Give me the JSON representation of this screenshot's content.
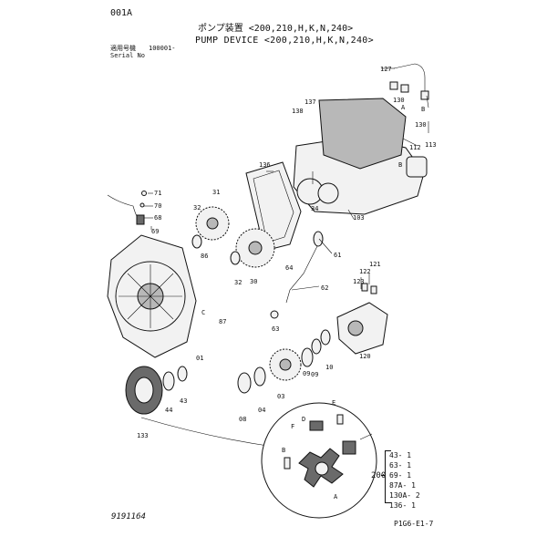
{
  "header": {
    "page_code": "001A",
    "title_jp": "ポンプ装置 <200,210,H,K,N,240>",
    "title_en": "PUMP DEVICE <200,210,H,K,N,240>",
    "serial_label_jp": "適用号機",
    "serial_value": "100001-",
    "serial_label_en": "Serial No"
  },
  "parts": [
    "001A",
    "01",
    "03",
    "04",
    "08",
    "09",
    "10",
    "30",
    "31",
    "32",
    "34",
    "43",
    "44",
    "61",
    "62",
    "63",
    "64",
    "68",
    "69",
    "70",
    "71",
    "86",
    "87",
    "103",
    "112",
    "113",
    "120",
    "121",
    "122",
    "123",
    "127",
    "130",
    "133",
    "136",
    "137",
    "138"
  ],
  "callouts": [
    "A",
    "B",
    "C",
    "D",
    "E",
    "F",
    "A",
    "B"
  ],
  "kit": {
    "number": "200",
    "items": [
      "43- 1",
      "63- 1",
      "69- 1",
      "87A- 1",
      "130A- 2",
      "136- 1"
    ]
  },
  "footer": {
    "doc_number": "9191164",
    "figure_code": "P1G6-E1-7"
  }
}
